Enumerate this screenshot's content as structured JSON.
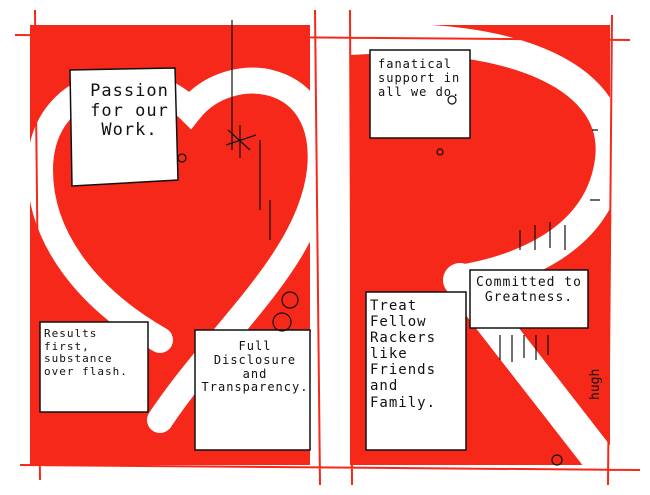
{
  "colors": {
    "red": "#f5281a",
    "ink": "#111111",
    "paper": "#ffffff"
  },
  "notes": {
    "passion": "Passion\nfor our\nWork.",
    "support": "fanatical\nsupport in\nall we do.",
    "results": "Results\nfirst,\nsubstance\nover flash.",
    "disclosure": "Full\nDisclosure\nand\nTransparency.",
    "treat": "Treat\nFellow\nRackers\nlike\nFriends\nand\nFamily.",
    "committed": "Committed to\nGreatness."
  },
  "signature": "hugh"
}
